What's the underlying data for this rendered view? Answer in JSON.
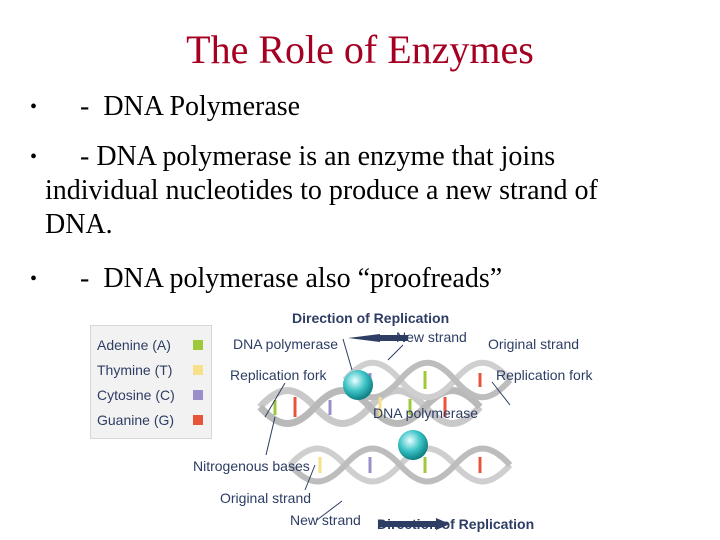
{
  "title": "The Role of Enzymes",
  "bullets": [
    {
      "marker": "•",
      "lines": [
        "     -  DNA Polymerase"
      ]
    },
    {
      "marker": "•",
      "lines": [
        "     - DNA polymerase is an enzyme that joins",
        "individual nucleotides to produce a new strand of",
        "DNA."
      ]
    },
    {
      "marker": "•",
      "lines": [
        "     -  DNA polymerase also “proofreads”"
      ]
    }
  ],
  "figure": {
    "legend": [
      {
        "label": "Adenine (A)",
        "color": "#9fc93b"
      },
      {
        "label": "Thymine (T)",
        "color": "#f7e08a"
      },
      {
        "label": "Cytosine (C)",
        "color": "#9b8fc9"
      },
      {
        "label": "Guanine (G)",
        "color": "#e8543a"
      }
    ],
    "labels": {
      "direction_top": "Direction of Replication",
      "dna_polymerase_left": "DNA polymerase",
      "new_strand_top": "New strand",
      "original_strand_top": "Original strand",
      "replication_fork_left": "Replication fork",
      "replication_fork_right": "Replication fork",
      "dna_polymerase_mid": "DNA polymerase",
      "nitrogenous_bases": "Nitrogenous bases",
      "original_strand_bottom": "Original strand",
      "new_strand_bottom": "New strand",
      "direction_bottom": "Direction of Replication"
    },
    "colors": {
      "title": "#a50021",
      "label_text": "#2d3d63",
      "strand": "#c8c8c8",
      "enzyme": "#1aa5a9"
    }
  }
}
